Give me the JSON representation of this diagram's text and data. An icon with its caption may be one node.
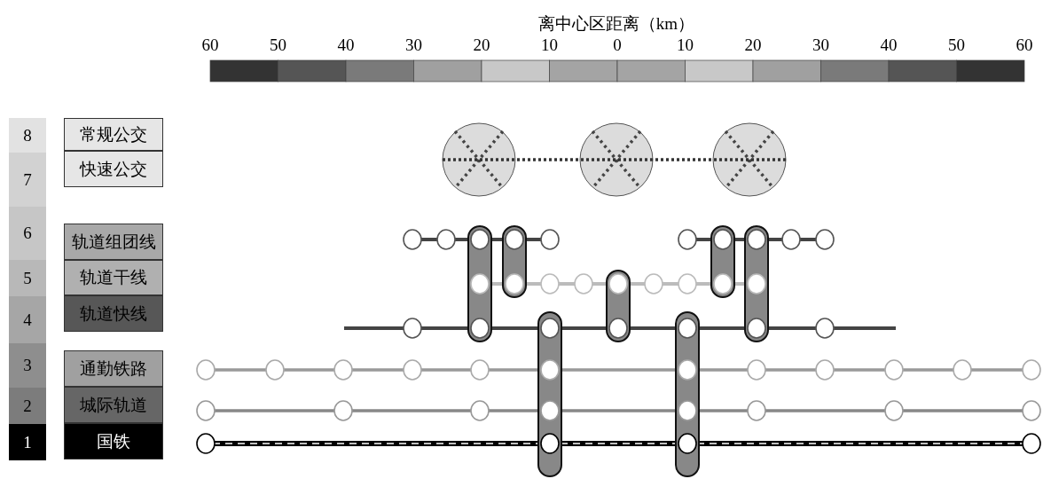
{
  "diagram": {
    "nodes": [
      {
        "text": [
          "8"
        ]
      },
      {
        "text": [
          "常规公交"
        ]
      },
      {
        "text": [
          "7"
        ]
      },
      {
        "text": [
          "快速公交"
        ]
      },
      {
        "text": [
          "6"
        ]
      },
      {
        "text": [
          "轨道组团线"
        ]
      },
      {
        "text": [
          "5"
        ]
      },
      {
        "text": [
          "轨道干线"
        ]
      },
      {
        "text": [
          "4"
        ]
      },
      {
        "text": [
          "轨道快线"
        ]
      },
      {
        "text": [
          "3"
        ]
      },
      {
        "text": [
          "通勤铁路"
        ]
      },
      {
        "text": [
          "2"
        ]
      },
      {
        "text": [
          "城际轨道"
        ]
      },
      {
        "text": [
          "1"
        ]
      },
      {
        "text": [
          "国铁"
        ]
      }
    ],
    "labels": [
      "离中心区距离（km）",
      "60",
      "50",
      "40",
      "30",
      "20",
      "10",
      "0",
      "10",
      "20",
      "30",
      "40",
      "50",
      "60"
    ]
  }
}
